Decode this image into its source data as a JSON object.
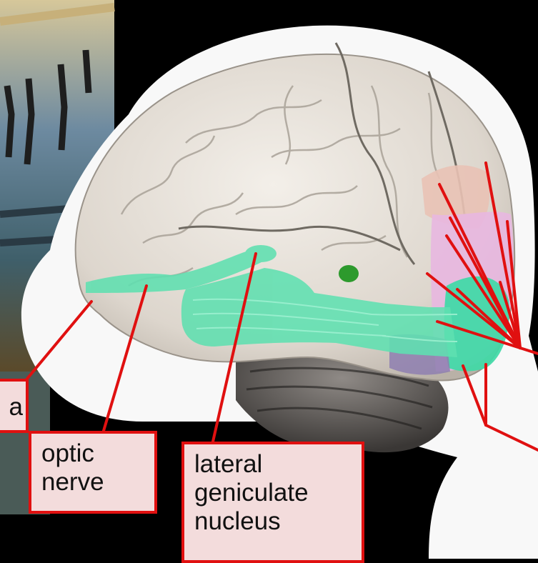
{
  "labels": {
    "retina_fragment": "a",
    "optic_nerve": "optic\nnerve",
    "lateral_geniculate_nucleus": "lateral\ngeniculate\nnucleus"
  },
  "colors": {
    "background": "#000000",
    "brain": "#e8e3dc",
    "visual_pathway": "#5fe0b0",
    "occipital_pink": "#e8b7e0",
    "occipital_peach": "#e9c2b5",
    "label_fill": "#f3dcdc",
    "pointer_red": "#e01010",
    "green_spot": "#2d9a2d"
  }
}
